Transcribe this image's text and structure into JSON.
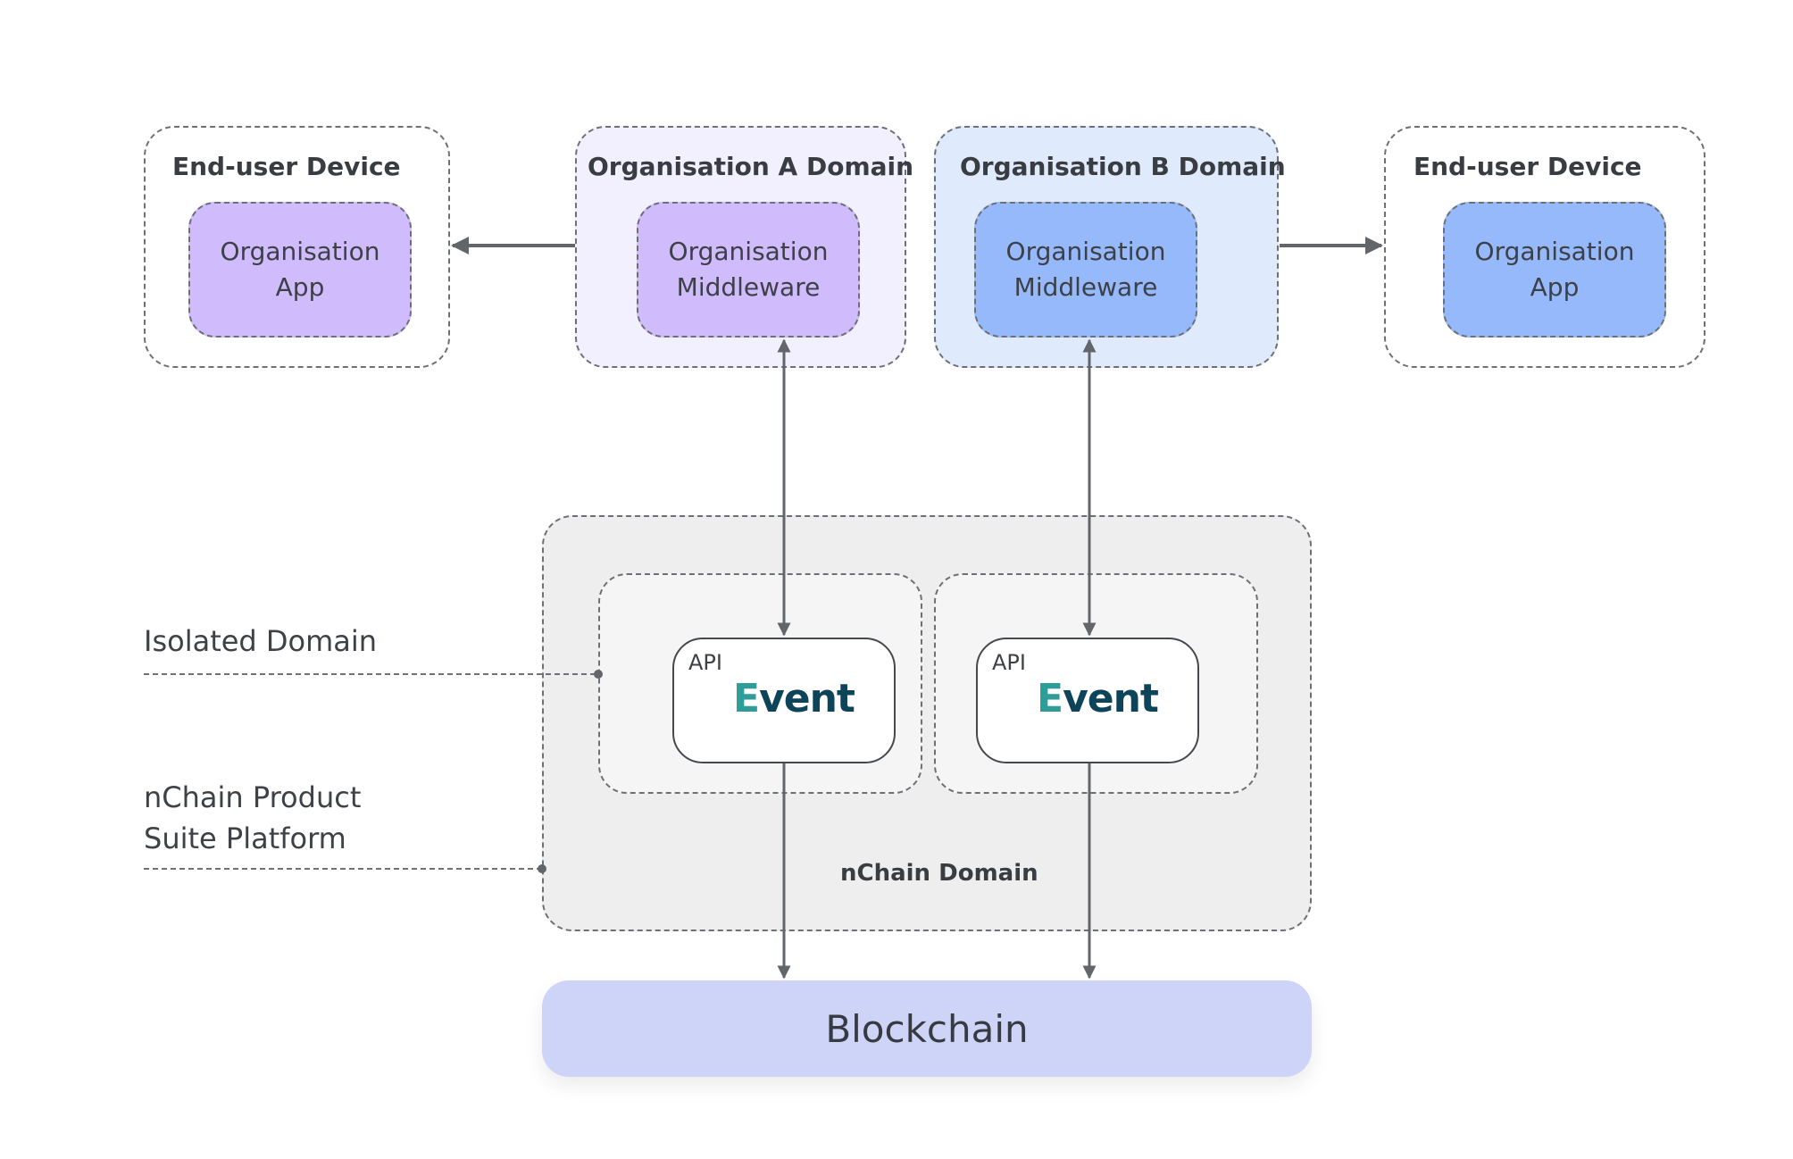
{
  "diagram": {
    "left_device": {
      "title": "End-user Device",
      "component": {
        "line1": "Organisation",
        "line2": "App"
      }
    },
    "org_a": {
      "title": "Organisation A Domain",
      "component": {
        "line1": "Organisation",
        "line2": "Middleware"
      }
    },
    "org_b": {
      "title": "Organisation B Domain",
      "component": {
        "line1": "Organisation",
        "line2": "Middleware"
      }
    },
    "right_device": {
      "title": "End-user Device",
      "component": {
        "line1": "Organisation",
        "line2": "App"
      }
    },
    "nchain": {
      "title": "nChain Domain",
      "services": [
        {
          "tag": "API",
          "logo_stem": "E",
          "logo_rest": "vent"
        },
        {
          "tag": "API",
          "logo_stem": "E",
          "logo_rest": "vent"
        }
      ]
    },
    "blockchain": {
      "label": "Blockchain"
    },
    "legend": {
      "isolated_domain": "Isolated Domain",
      "platform_line1": "nChain Product",
      "platform_line2": "Suite Platform"
    },
    "colors": {
      "purple_domain_bg": "#f2effe",
      "purple_component": "#d0bbfd",
      "blue_domain_bg": "#e0eafd",
      "blue_component": "#95b9fb",
      "nchain_bg": "#eeeeee",
      "isolated_bg": "#f5f5f5",
      "blockchain": "#cdd4f7",
      "event_teal": "#2e9c98",
      "event_navy": "#0d4459",
      "connector": "#62666b"
    }
  }
}
